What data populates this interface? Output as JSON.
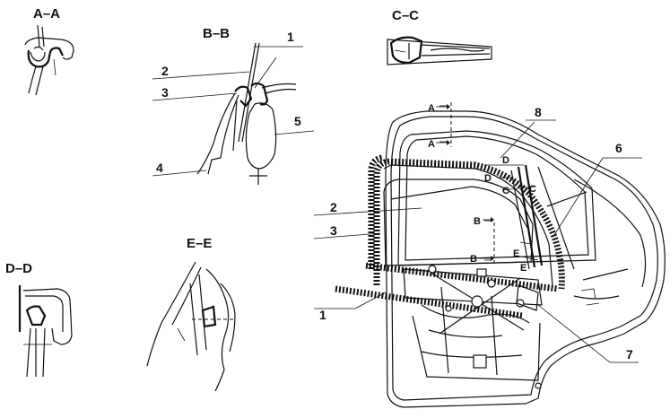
{
  "sections": {
    "aa": "A–A",
    "bb": "B–B",
    "cc": "C–C",
    "dd": "D–D",
    "ee": "E–E"
  },
  "callouts": {
    "bb_1": "1",
    "bb_2": "2",
    "bb_3": "3",
    "bb_4": "4",
    "bb_5": "5",
    "main_1": "1",
    "main_2": "2",
    "main_3": "3",
    "main_6": "6",
    "main_7": "7",
    "main_8": "8"
  },
  "cut_marks": {
    "a_upper": "A",
    "a_lower": "A",
    "b_upper": "B",
    "b_lower": "B",
    "c_left": "C",
    "c_right": "C",
    "d_upper": "D",
    "d_lower": "D",
    "e_left": "E",
    "e_right": "E"
  }
}
